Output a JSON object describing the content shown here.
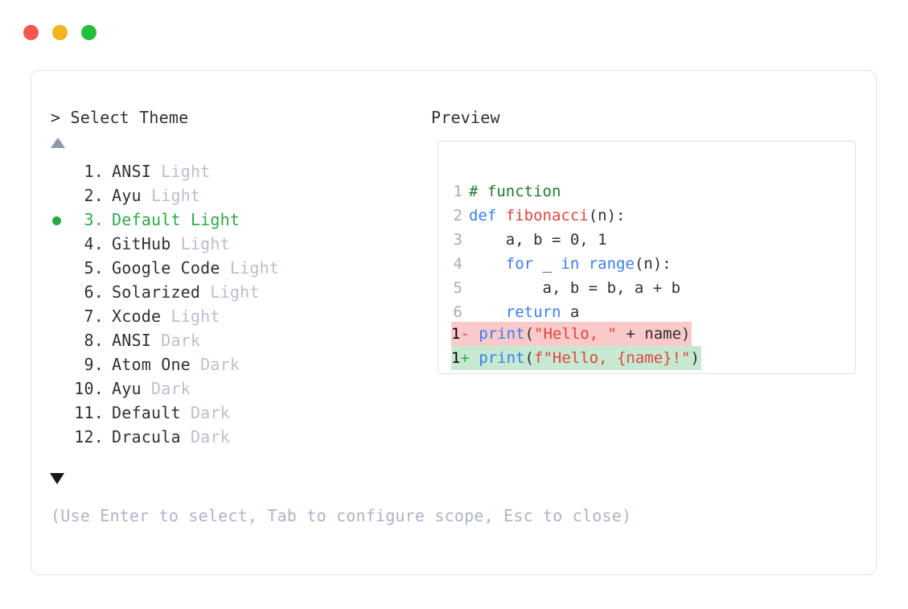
{
  "window": {
    "controls": [
      {
        "name": "close",
        "color": "#f2574e"
      },
      {
        "name": "minimize",
        "color": "#f5b221"
      },
      {
        "name": "maximize",
        "color": "#22bf3d"
      }
    ]
  },
  "prompt": {
    "text": "> Select Theme",
    "scroll_up": "▲",
    "scroll_down": "▼"
  },
  "themes": {
    "selected_index": 3,
    "items": [
      {
        "num": "1.",
        "name": "ANSI",
        "variant": "Light",
        "selected": false
      },
      {
        "num": "2.",
        "name": "Ayu",
        "variant": "Light",
        "selected": false
      },
      {
        "num": "3.",
        "name": "Default",
        "variant": "Light",
        "selected": true
      },
      {
        "num": "4.",
        "name": "GitHub",
        "variant": "Light",
        "selected": false
      },
      {
        "num": "5.",
        "name": "Google Code",
        "variant": "Light",
        "selected": false
      },
      {
        "num": "6.",
        "name": "Solarized",
        "variant": "Light",
        "selected": false
      },
      {
        "num": "7.",
        "name": "Xcode",
        "variant": "Light",
        "selected": false
      },
      {
        "num": "8.",
        "name": "ANSI",
        "variant": "Dark",
        "selected": false
      },
      {
        "num": "9.",
        "name": "Atom One",
        "variant": "Dark",
        "selected": false
      },
      {
        "num": "10.",
        "name": "Ayu",
        "variant": "Dark",
        "selected": false
      },
      {
        "num": "11.",
        "name": "Default",
        "variant": "Dark",
        "selected": false
      },
      {
        "num": "12.",
        "name": "Dracula",
        "variant": "Dark",
        "selected": false
      }
    ]
  },
  "hint": {
    "text": "(Use Enter to select, Tab to configure scope, Esc to close)"
  },
  "preview": {
    "label": "Preview",
    "code_lines": [
      {
        "n": "1",
        "tokens": [
          {
            "t": "# function",
            "c": "tok-comment"
          }
        ]
      },
      {
        "n": "2",
        "tokens": [
          {
            "t": "def ",
            "c": "tok-kw"
          },
          {
            "t": "fibonacci",
            "c": "tok-fn"
          },
          {
            "t": "(n):",
            "c": "tok-plain"
          }
        ]
      },
      {
        "n": "3",
        "tokens": [
          {
            "t": "    a, b = 0, 1",
            "c": "tok-plain"
          }
        ]
      },
      {
        "n": "4",
        "tokens": [
          {
            "t": "    ",
            "c": "tok-plain"
          },
          {
            "t": "for",
            "c": "tok-kw"
          },
          {
            "t": " _ ",
            "c": "tok-plain"
          },
          {
            "t": "in range",
            "c": "tok-kw"
          },
          {
            "t": "(n):",
            "c": "tok-plain"
          }
        ]
      },
      {
        "n": "5",
        "tokens": [
          {
            "t": "        a, b = b, a + b",
            "c": "tok-plain"
          }
        ]
      },
      {
        "n": "6",
        "tokens": [
          {
            "t": "    ",
            "c": "tok-plain"
          },
          {
            "t": "return",
            "c": "tok-kw"
          },
          {
            "t": " a",
            "c": "tok-plain"
          }
        ]
      }
    ],
    "diff_lines": [
      {
        "n": "1",
        "kind": "del",
        "sign": "-",
        "tokens": [
          {
            "t": "print",
            "c": "tok-kw"
          },
          {
            "t": "(",
            "c": "tok-plain"
          },
          {
            "t": "\"Hello, \"",
            "c": "tok-str"
          },
          {
            "t": " + name)",
            "c": "tok-plain"
          }
        ]
      },
      {
        "n": "1",
        "kind": "add",
        "sign": "+",
        "tokens": [
          {
            "t": "print",
            "c": "tok-kw"
          },
          {
            "t": "(",
            "c": "tok-plain"
          },
          {
            "t": "f\"Hello, {name}!\"",
            "c": "tok-str"
          },
          {
            "t": ")",
            "c": "tok-plain"
          }
        ]
      }
    ]
  }
}
